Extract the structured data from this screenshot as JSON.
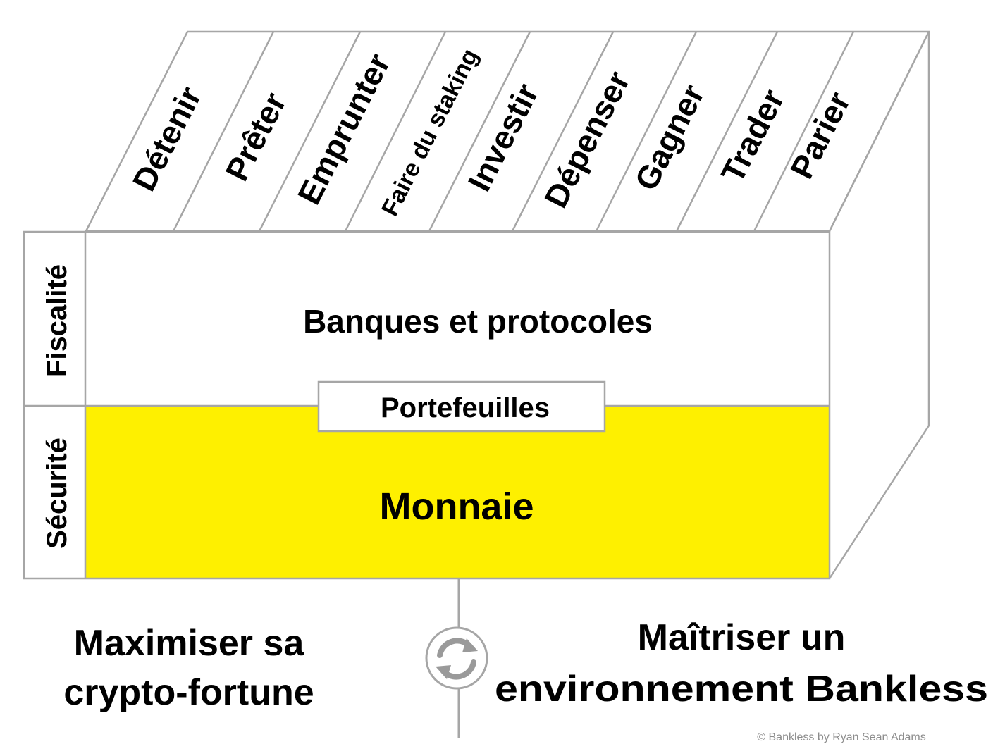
{
  "activities": [
    "Détenir",
    "Prêter",
    "Emprunter",
    "Faire du staking",
    "Investir",
    "Dépenser",
    "Gagner",
    "Trader",
    "Parier"
  ],
  "side_labels": {
    "top": "Fiscalité",
    "bottom": "Sécurité"
  },
  "layers": {
    "upper": "Banques et protocoles",
    "wallets": "Portefeuilles",
    "lower": "Monnaie"
  },
  "captions": {
    "left_line1": "Maximiser sa",
    "left_line2": "crypto-fortune",
    "right_line1": "Maîtriser un",
    "right_line2": "environnement Bankless"
  },
  "copyright": "© Bankless by Ryan Sean Adams",
  "colors": {
    "money_layer": "#fef000",
    "outline": "#a6a6a6",
    "text": "#000000",
    "icon": "#9a9a9a"
  },
  "icon": "refresh-icon"
}
